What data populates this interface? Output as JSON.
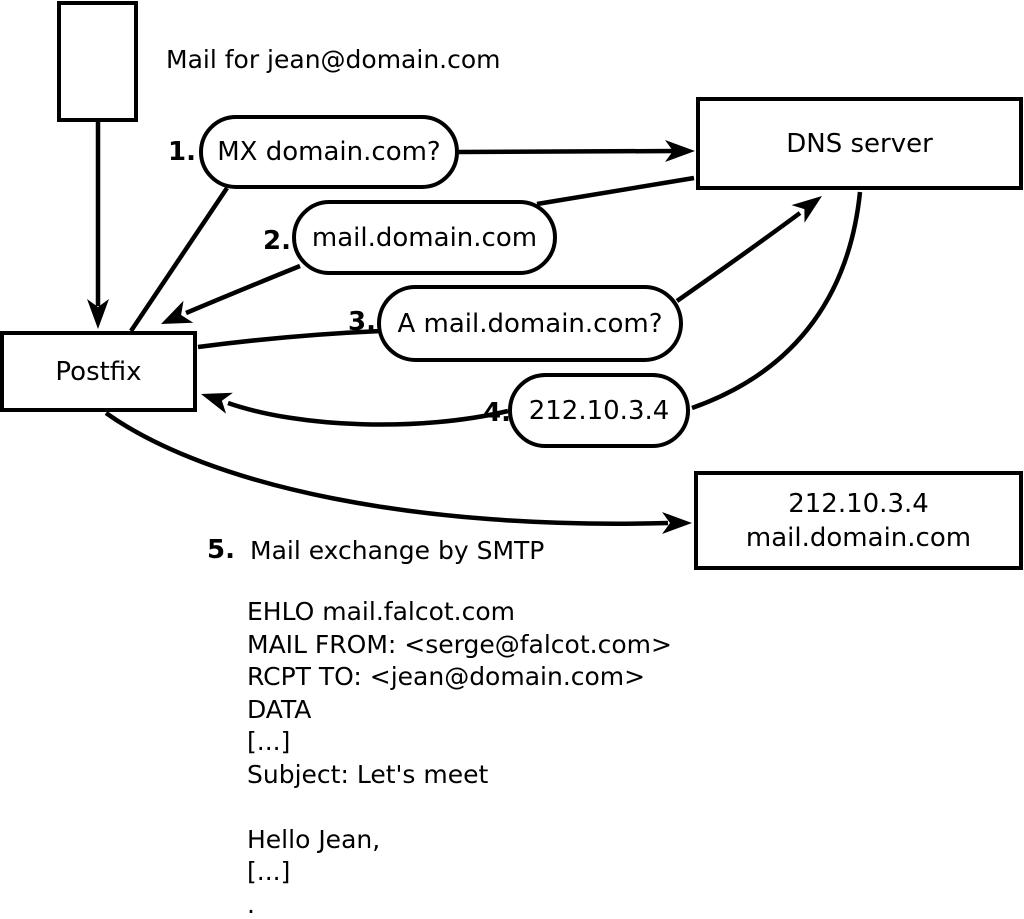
{
  "diagram": {
    "caption": "Mail for jean@domain.com",
    "nodes": {
      "message": {
        "name": "incoming-mail-message"
      },
      "postfix": {
        "label": "Postfix"
      },
      "dns": {
        "label": "DNS server"
      },
      "mail_server": {
        "line1": "212.10.3.4",
        "line2": "mail.domain.com"
      }
    },
    "steps": [
      {
        "number": "1.",
        "label": "MX domain.com?"
      },
      {
        "number": "2.",
        "label": "mail.domain.com"
      },
      {
        "number": "3.",
        "label": "A mail.domain.com?"
      },
      {
        "number": "4.",
        "label": "212.10.3.4"
      },
      {
        "number": "5.",
        "label": "Mail exchange by SMTP"
      }
    ],
    "smtp_transcript": [
      "EHLO mail.falcot.com",
      "MAIL FROM: <serge@falcot.com>",
      "RCPT TO: <jean@domain.com>",
      "DATA",
      "[...]",
      "Subject: Let's meet",
      "",
      "Hello Jean,",
      "[...]",
      "."
    ],
    "colors": {
      "stroke": "#000000",
      "background": "#ffffff"
    }
  }
}
